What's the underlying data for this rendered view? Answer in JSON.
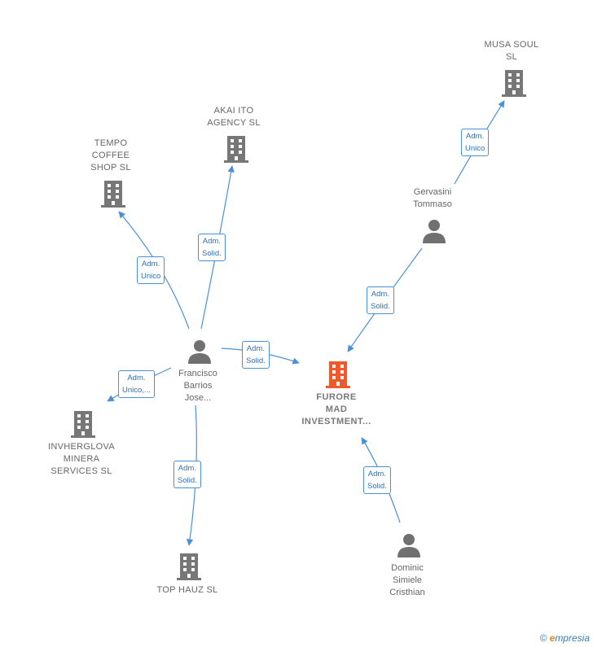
{
  "nodes": {
    "musa_soul": [
      "MUSA SOUL",
      "SL"
    ],
    "akai_ito": [
      "AKAI ITO",
      "AGENCY  SL"
    ],
    "tempo_coffee": [
      "TEMPO",
      "COFFEE",
      "SHOP  SL"
    ],
    "gervasini": [
      "Gervasini",
      "Tommaso"
    ],
    "francisco": [
      "Francisco",
      "Barrios",
      "Jose..."
    ],
    "furore": [
      "FURORE",
      "MAD",
      "INVESTMENT..."
    ],
    "invherglova": [
      "INVHERGLOVA",
      "MINERA",
      "SERVICES  SL"
    ],
    "top_hauz": [
      "TOP HAUZ  SL"
    ],
    "dominic": [
      "Dominic",
      "Simiele",
      "Cristhian"
    ]
  },
  "edges": {
    "gervasini_musa": [
      "Adm.",
      "Unico"
    ],
    "francisco_akai": [
      "Adm.",
      "Solid."
    ],
    "francisco_tempo": [
      "Adm.",
      "Unico"
    ],
    "gervasini_furore": [
      "Adm.",
      "Solid."
    ],
    "francisco_furore": [
      "Adm.",
      "Solid."
    ],
    "francisco_invherglova": [
      "Adm.",
      "Unico,..."
    ],
    "francisco_tophauz": [
      "Adm.",
      "Solid."
    ],
    "dominic_furore": [
      "Adm.",
      "Solid."
    ]
  },
  "colors": {
    "edge": "#4a90d9",
    "company_icon": "#777777",
    "focus_company_icon": "#ee5a2a",
    "person_icon": "#707070"
  },
  "footer": {
    "copyright": "©",
    "brand_first": "e",
    "brand_rest": "mpresia"
  }
}
